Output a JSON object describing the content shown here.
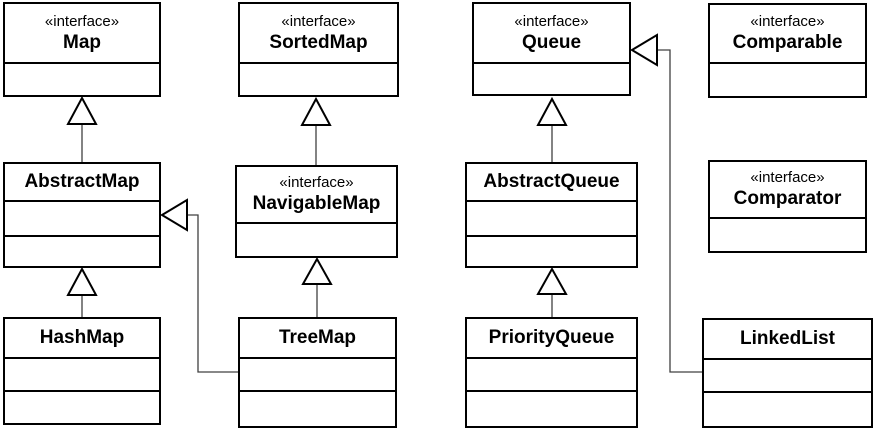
{
  "diagram": {
    "type": "uml-class-diagram",
    "description": "Java Collections Framework class hierarchy",
    "nodes": [
      {
        "id": "map",
        "stereotype": "«interface»",
        "name": "Map",
        "kind": "interface",
        "empty_compartments": 1
      },
      {
        "id": "sortedmap",
        "stereotype": "«interface»",
        "name": "SortedMap",
        "kind": "interface",
        "empty_compartments": 1
      },
      {
        "id": "queue",
        "stereotype": "«interface»",
        "name": "Queue",
        "kind": "interface",
        "empty_compartments": 1
      },
      {
        "id": "comparable",
        "stereotype": "«interface»",
        "name": "Comparable",
        "kind": "interface",
        "empty_compartments": 1
      },
      {
        "id": "abstractmap",
        "stereotype": "",
        "name": "AbstractMap",
        "kind": "class",
        "empty_compartments": 2
      },
      {
        "id": "navigablemap",
        "stereotype": "«interface»",
        "name": "NavigableMap",
        "kind": "interface",
        "empty_compartments": 1
      },
      {
        "id": "abstractqueue",
        "stereotype": "",
        "name": "AbstractQueue",
        "kind": "class",
        "empty_compartments": 2
      },
      {
        "id": "comparator",
        "stereotype": "«interface»",
        "name": "Comparator",
        "kind": "interface",
        "empty_compartments": 1
      },
      {
        "id": "hashmap",
        "stereotype": "",
        "name": "HashMap",
        "kind": "class",
        "empty_compartments": 2
      },
      {
        "id": "treemap",
        "stereotype": "",
        "name": "TreeMap",
        "kind": "class",
        "empty_compartments": 2
      },
      {
        "id": "priorityqueue",
        "stereotype": "",
        "name": "PriorityQueue",
        "kind": "class",
        "empty_compartments": 2
      },
      {
        "id": "linkedlist",
        "stereotype": "",
        "name": "LinkedList",
        "kind": "class",
        "empty_compartments": 2
      }
    ],
    "edges": [
      {
        "from": "AbstractMap",
        "to": "Map",
        "type": "generalization-hollow-triangle"
      },
      {
        "from": "HashMap",
        "to": "AbstractMap",
        "type": "generalization-hollow-triangle"
      },
      {
        "from": "TreeMap",
        "to": "AbstractMap",
        "type": "generalization-hollow-triangle"
      },
      {
        "from": "NavigableMap",
        "to": "SortedMap",
        "type": "generalization-hollow-triangle"
      },
      {
        "from": "TreeMap",
        "to": "NavigableMap",
        "type": "generalization-hollow-triangle"
      },
      {
        "from": "AbstractQueue",
        "to": "Queue",
        "type": "generalization-hollow-triangle"
      },
      {
        "from": "PriorityQueue",
        "to": "AbstractQueue",
        "type": "generalization-hollow-triangle"
      },
      {
        "from": "LinkedList",
        "to": "Queue",
        "type": "generalization-hollow-triangle"
      }
    ],
    "colors": {
      "background": "#ffffff",
      "box_fill": "#ffffff",
      "box_border": "#000000",
      "text": "#000000",
      "connector": "#404040"
    }
  }
}
